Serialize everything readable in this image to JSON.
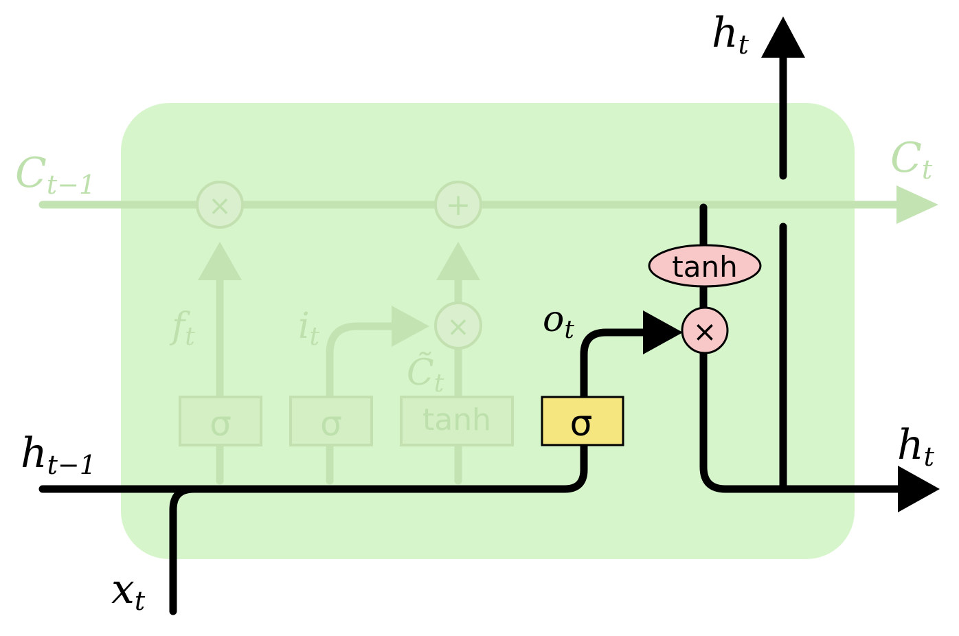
{
  "diagram": {
    "labels": {
      "c_prev": {
        "base": "C",
        "sub": "t−1"
      },
      "c_next": {
        "base": "C",
        "sub": "t"
      },
      "h_top": {
        "base": "h",
        "sub": "t"
      },
      "h_right": {
        "base": "h",
        "sub": "t"
      },
      "h_prev": {
        "base": "h",
        "sub": "t−1"
      },
      "x_in": {
        "base": "x",
        "sub": "t"
      },
      "forget_gate": {
        "base": "f",
        "sub": "t"
      },
      "input_gate": {
        "base": "i",
        "sub": "t"
      },
      "candidate": {
        "base": "C̃",
        "sub": "t"
      },
      "output_gate": {
        "base": "o",
        "sub": "t"
      }
    },
    "ops": {
      "multiply": "×",
      "add": "+"
    },
    "layers": {
      "forget_sigma": "σ",
      "input_sigma": "σ",
      "candidate_tanh": "tanh",
      "output_sigma": "σ",
      "cell_tanh": "tanh"
    },
    "colors": {
      "cell_background": "#d6f5cb",
      "faded": "#c3e3b3",
      "active_line": "#000000",
      "active_sigma_box": "#f5e680",
      "pointwise_op": "#f8c8c8"
    }
  }
}
